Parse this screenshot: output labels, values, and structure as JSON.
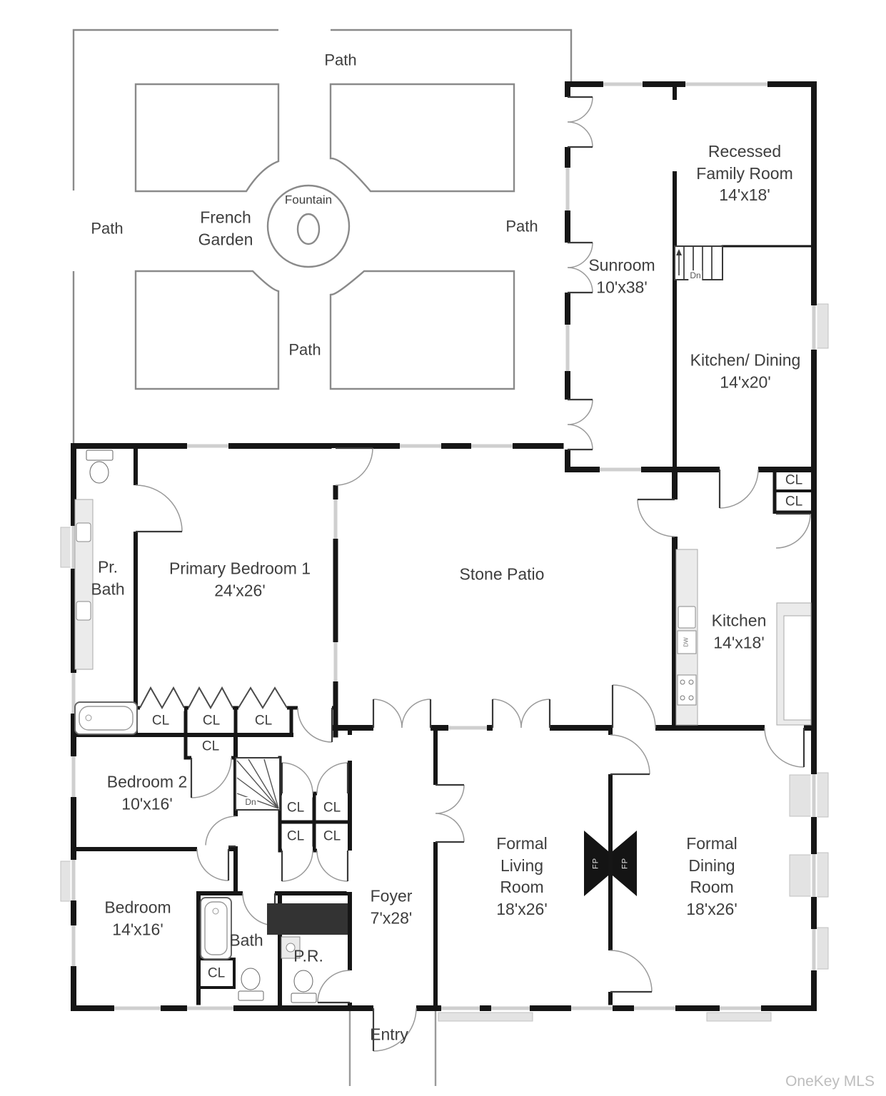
{
  "watermark": "OneKey MLS",
  "garden": {
    "path": "Path",
    "name": "French Garden",
    "fountain": "Fountain"
  },
  "rooms": {
    "family": {
      "name": "Recessed Family Room",
      "dims": "14'x18'"
    },
    "sunroom": {
      "name": "Sunroom",
      "dims": "10'x38'"
    },
    "kitchen_dining": {
      "name": "Kitchen/ Dining",
      "dims": "14'x20'"
    },
    "pr_bath": {
      "name": "Pr. Bath"
    },
    "primary_bedroom": {
      "name": "Primary Bedroom 1",
      "dims": "24'x26'"
    },
    "stone_patio": {
      "name": "Stone Patio"
    },
    "kitchen": {
      "name": "Kitchen",
      "dims": "14'x18'"
    },
    "bedroom2": {
      "name": "Bedroom 2",
      "dims": "10'x16'"
    },
    "bedroom": {
      "name": "Bedroom",
      "dims": "14'x16'"
    },
    "bath": {
      "name": "Bath"
    },
    "powder_room": {
      "name": "P.R."
    },
    "foyer": {
      "name": "Foyer",
      "dims": "7'x28'"
    },
    "formal_living": {
      "name": "Formal Living Room",
      "dims": "18'x26'"
    },
    "formal_dining": {
      "name": "Formal Dining Room",
      "dims": "18'x26'"
    }
  },
  "markers": {
    "closet": "CL",
    "stairs_down": "Dn",
    "fireplace": "FP",
    "dishwasher": "DW",
    "entry": "Entry"
  }
}
